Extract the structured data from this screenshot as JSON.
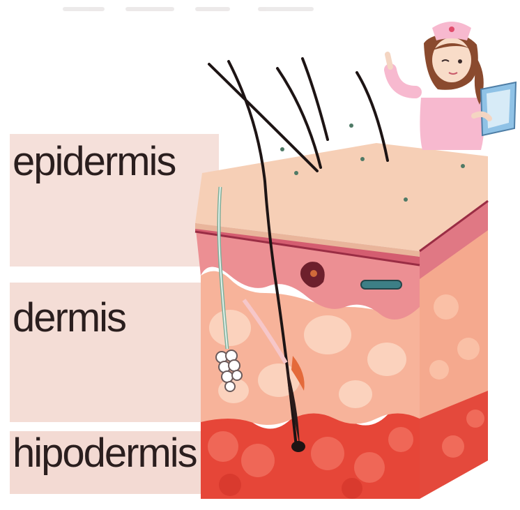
{
  "layers": {
    "epidermis": "epidermis",
    "dermis": "dermis",
    "hypodermis": "hipodermis"
  },
  "icons": {
    "illustration": "skin-cross-section",
    "character": "nurse-with-clipboard"
  },
  "colors": {
    "band_light": "#f6e3dd",
    "band_mid": "#f2d4cc",
    "epidermis_top": "#f6cfb6",
    "epidermis_layer": "#ee9a9a",
    "dermis": "#f8b89e",
    "dermis_blob": "#fbd2bd",
    "hypodermis": "#e84a3c",
    "hypodermis_fat": "#f06b5a",
    "hair": "#1d1414",
    "nurse_uniform": "#f7b9cf"
  }
}
